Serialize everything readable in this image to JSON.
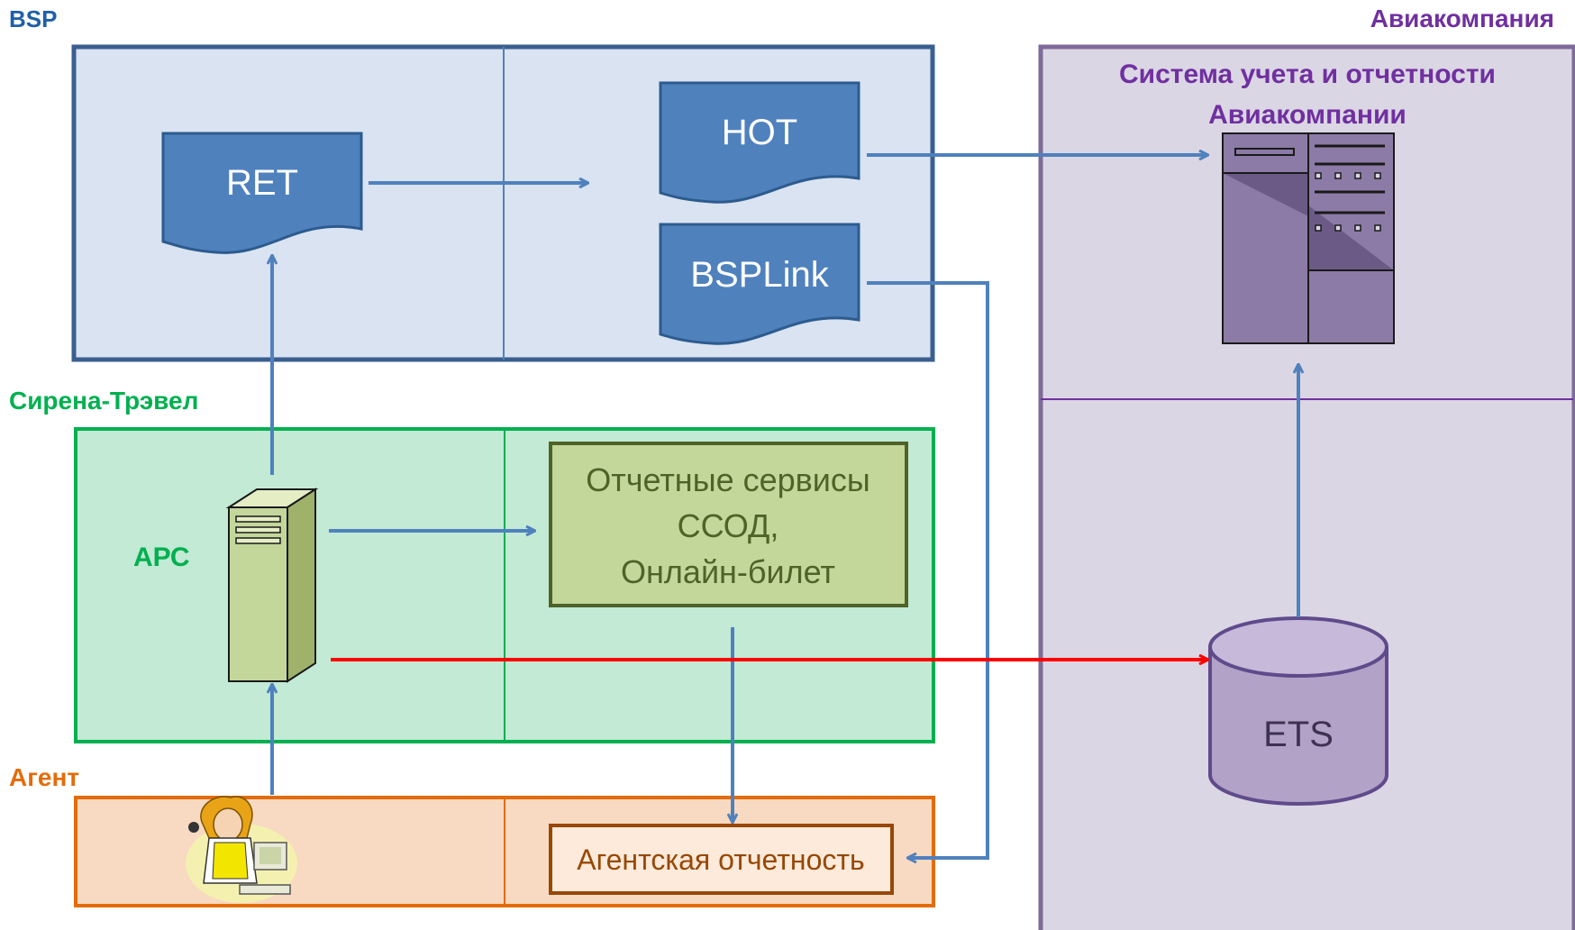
{
  "sections": {
    "bsp": {
      "label": "BSP",
      "color": "#1F5FA8"
    },
    "sirena": {
      "label": "Сирена-Трэвел",
      "color": "#00B050"
    },
    "agent": {
      "label": "Агент",
      "color": "#E36C0A"
    },
    "airline": {
      "label": "Авиакомпания",
      "color": "#7030A0"
    }
  },
  "nodes": {
    "ret": "RET",
    "hot": "HOT",
    "bsplink": "BSPLink",
    "apc": "АРС",
    "report_services": [
      "Отчетные сервисы",
      "ССОД,",
      "Онлайн-билет"
    ],
    "agent_reporting": "Агентская отчетность",
    "airline_system": [
      "Система учета и отчетности",
      "Авиакомпании"
    ],
    "ets": "ETS"
  },
  "colors": {
    "bsp_fill": "#DAE3F1",
    "bsp_border": "#3A5F8F",
    "doc_fill": "#4F81BD",
    "doc_border": "#2C5B8E",
    "sirena_fill": "#C2EAD5",
    "sirena_border": "#00B050",
    "report_fill": "#C4D79B",
    "report_border": "#4F6228",
    "agent_fill": "#F8D9C1",
    "agent_border": "#E36C0A",
    "agent_box_border": "#974806",
    "airline_fill": "#DBD6E4",
    "airline_border": "#7F6B99",
    "server_fill": "#8C7BA6",
    "ets_fill": "#B3A2C7",
    "arrow_blue": "#4F81BD",
    "arrow_red": "#FF0000"
  },
  "icons": [
    "server-tower-icon",
    "server-rack-icon",
    "database-cylinder-icon",
    "operator-agent-icon"
  ]
}
